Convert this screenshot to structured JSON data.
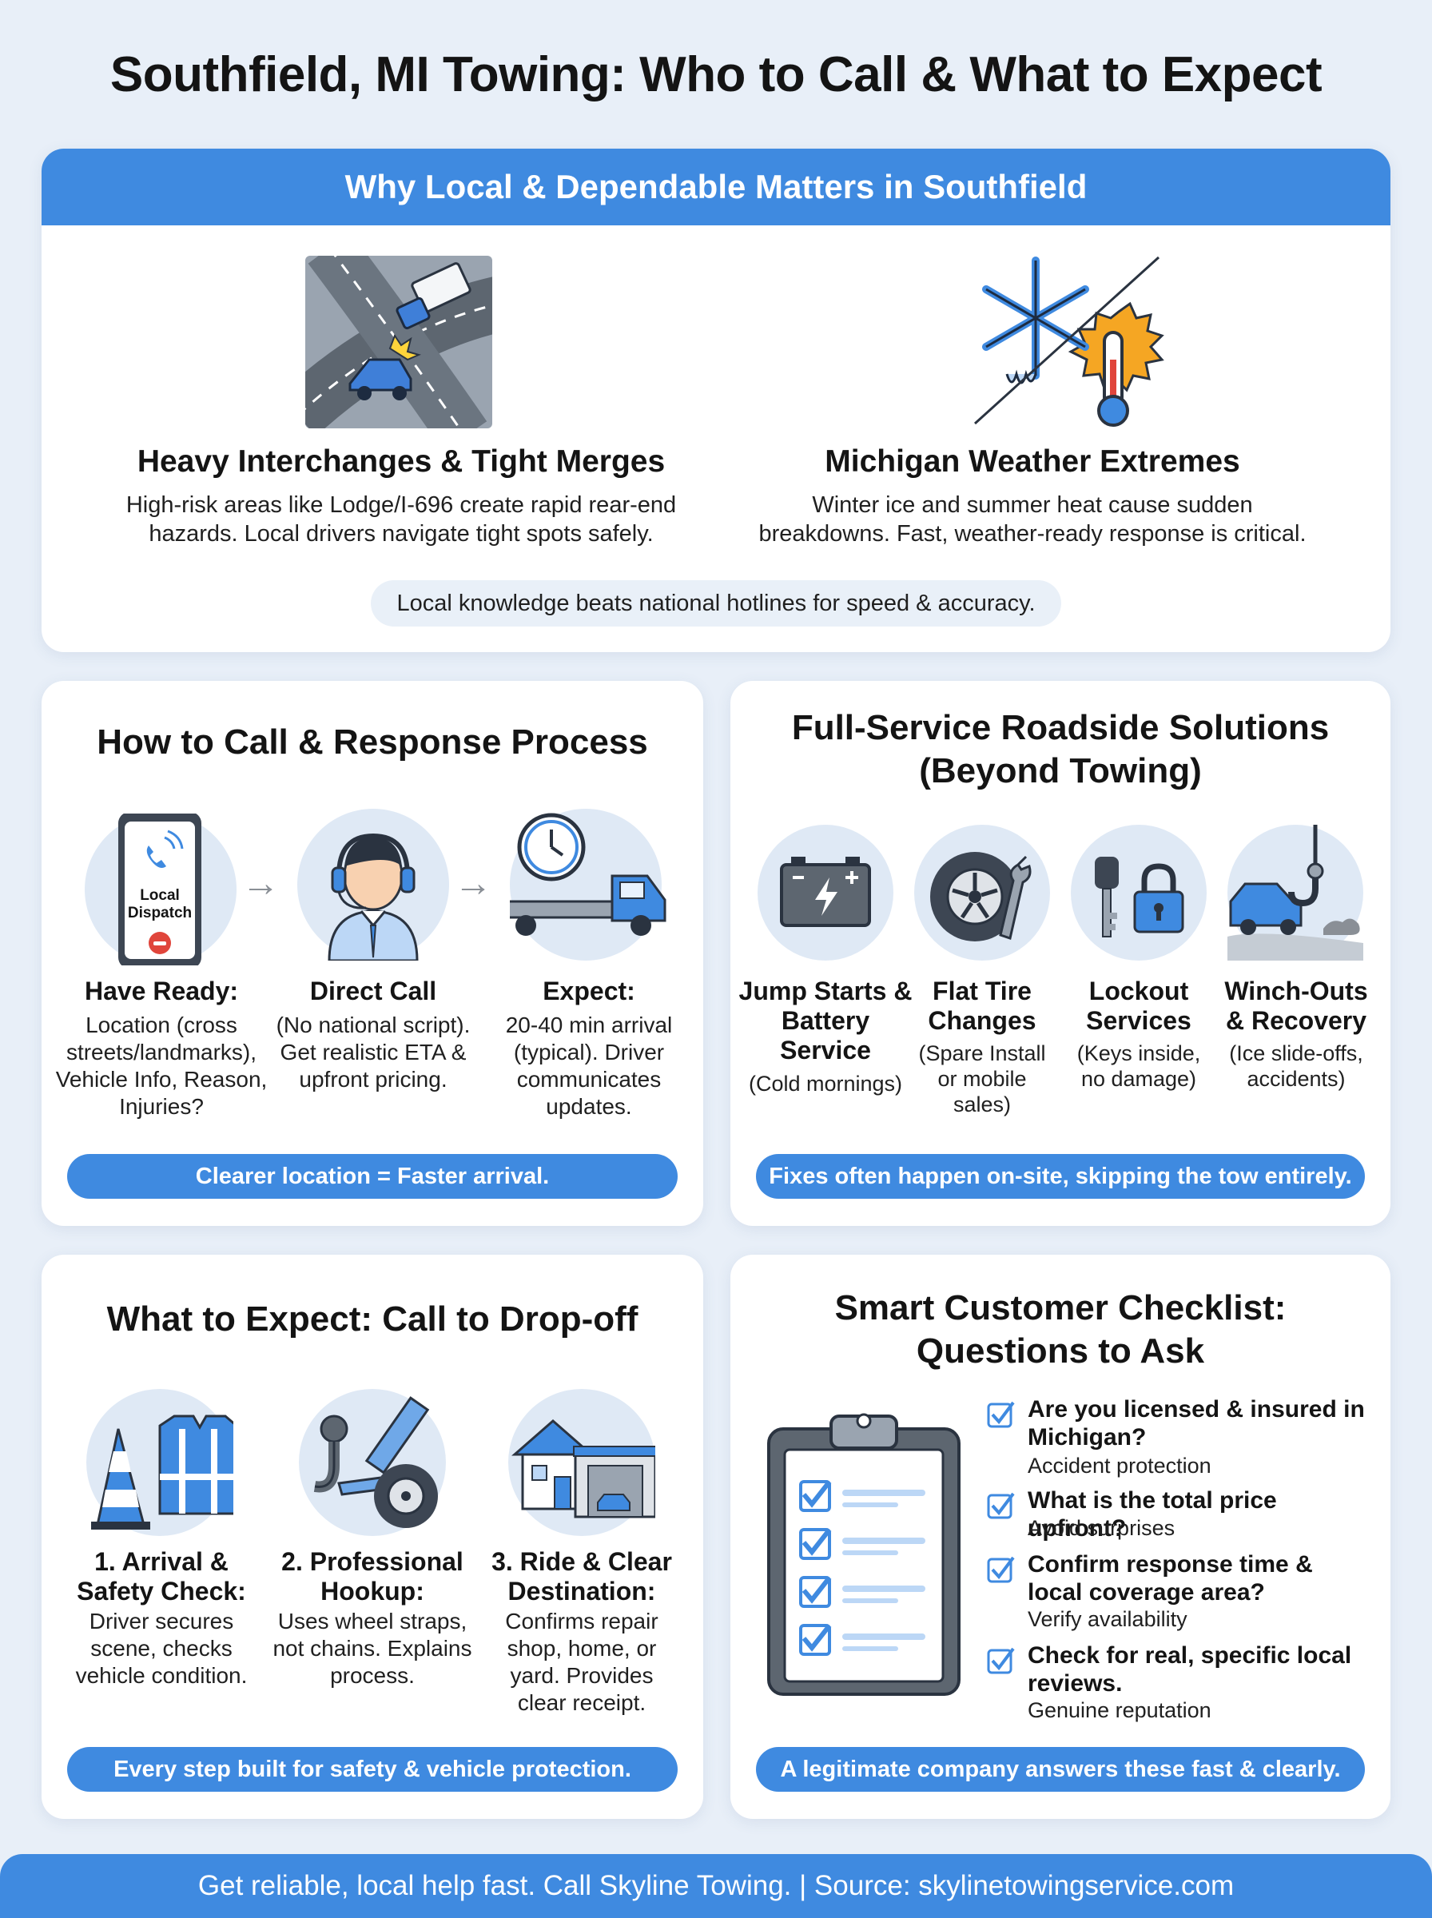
{
  "title": "Southfield, MI Towing: Who to Call & What to Expect",
  "why": {
    "header": "Why Local & Dependable Matters in Southfield",
    "left": {
      "icon": "highway-interchange-icon",
      "title": "Heavy Interchanges & Tight Merges",
      "text": "High-risk areas like Lodge/I-696 create rapid rear-end hazards. Local drivers navigate tight spots safely."
    },
    "right": {
      "icon": "snowflake-thermometer-icon",
      "title": "Michigan Weather Extremes",
      "text": "Winter ice and summer heat cause sudden breakdowns. Fast, weather-ready response is critical."
    },
    "note": "Local knowledge beats national hotlines for speed & accuracy."
  },
  "call": {
    "title": "How to Call & Response Process",
    "phone_label": "Local Dispatch",
    "steps": [
      {
        "icon": "phone-icon",
        "title": "Have Ready:",
        "text": "Location (cross streets/landmarks), Vehicle Info, Reason, Injuries?"
      },
      {
        "icon": "dispatcher-icon",
        "title": "Direct Call",
        "text": "(No national script). Get realistic ETA & upfront pricing."
      },
      {
        "icon": "tow-truck-clock-icon",
        "title": "Expect:",
        "text": "20-40 min arrival (typical). Driver communicates updates."
      }
    ],
    "banner": "Clearer location = Faster arrival."
  },
  "services": {
    "title": "Full-Service Roadside Solutions (Beyond Towing)",
    "items": [
      {
        "icon": "battery-icon",
        "title": "Jump Starts & Battery Service",
        "text": "(Cold mornings)"
      },
      {
        "icon": "tire-wrench-icon",
        "title": "Flat Tire Changes",
        "text": "(Spare Install or mobile sales)"
      },
      {
        "icon": "key-lock-icon",
        "title": "Lockout Services",
        "text": "(Keys inside, no damage)"
      },
      {
        "icon": "winch-hook-icon",
        "title": "Winch-Outs & Recovery",
        "text": "(Ice slide-offs, accidents)"
      }
    ],
    "banner": "Fixes often happen on-site, skipping the tow entirely."
  },
  "expect": {
    "title": "What to Expect: Call to Drop-off",
    "steps": [
      {
        "icon": "cone-vest-icon",
        "title": "1. Arrival & Safety Check:",
        "text": "Driver secures scene, checks vehicle condition."
      },
      {
        "icon": "hook-wheel-strap-icon",
        "title": "2. Professional Hookup:",
        "text": "Uses wheel straps, not chains. Explains process."
      },
      {
        "icon": "house-garage-icon",
        "title": "3. Ride & Clear Destination:",
        "text": "Confirms repair shop, home, or yard. Provides clear receipt."
      }
    ],
    "banner": "Every step built for safety & vehicle protection."
  },
  "checklist": {
    "title": "Smart Customer Checklist: Questions to Ask",
    "icon": "clipboard-checklist-icon",
    "items": [
      {
        "question": "Are you licensed & insured in Michigan?",
        "note": "Accident protection"
      },
      {
        "question": "What is the total price upfront?",
        "note": "Avoid surprises"
      },
      {
        "question": "Confirm response time & local coverage area?",
        "note": "Verify availability"
      },
      {
        "question": "Check for real, specific local reviews.",
        "note": "Genuine reputation"
      }
    ],
    "banner": "A legitimate company answers these fast & clearly."
  },
  "footer": "Get reliable, local help fast. Call Skyline Towing. | Source: skylinetowingservice.com",
  "colors": {
    "accent": "#3f8ae0",
    "background": "#e8eff8",
    "icon_circle": "#dfe9f5"
  }
}
